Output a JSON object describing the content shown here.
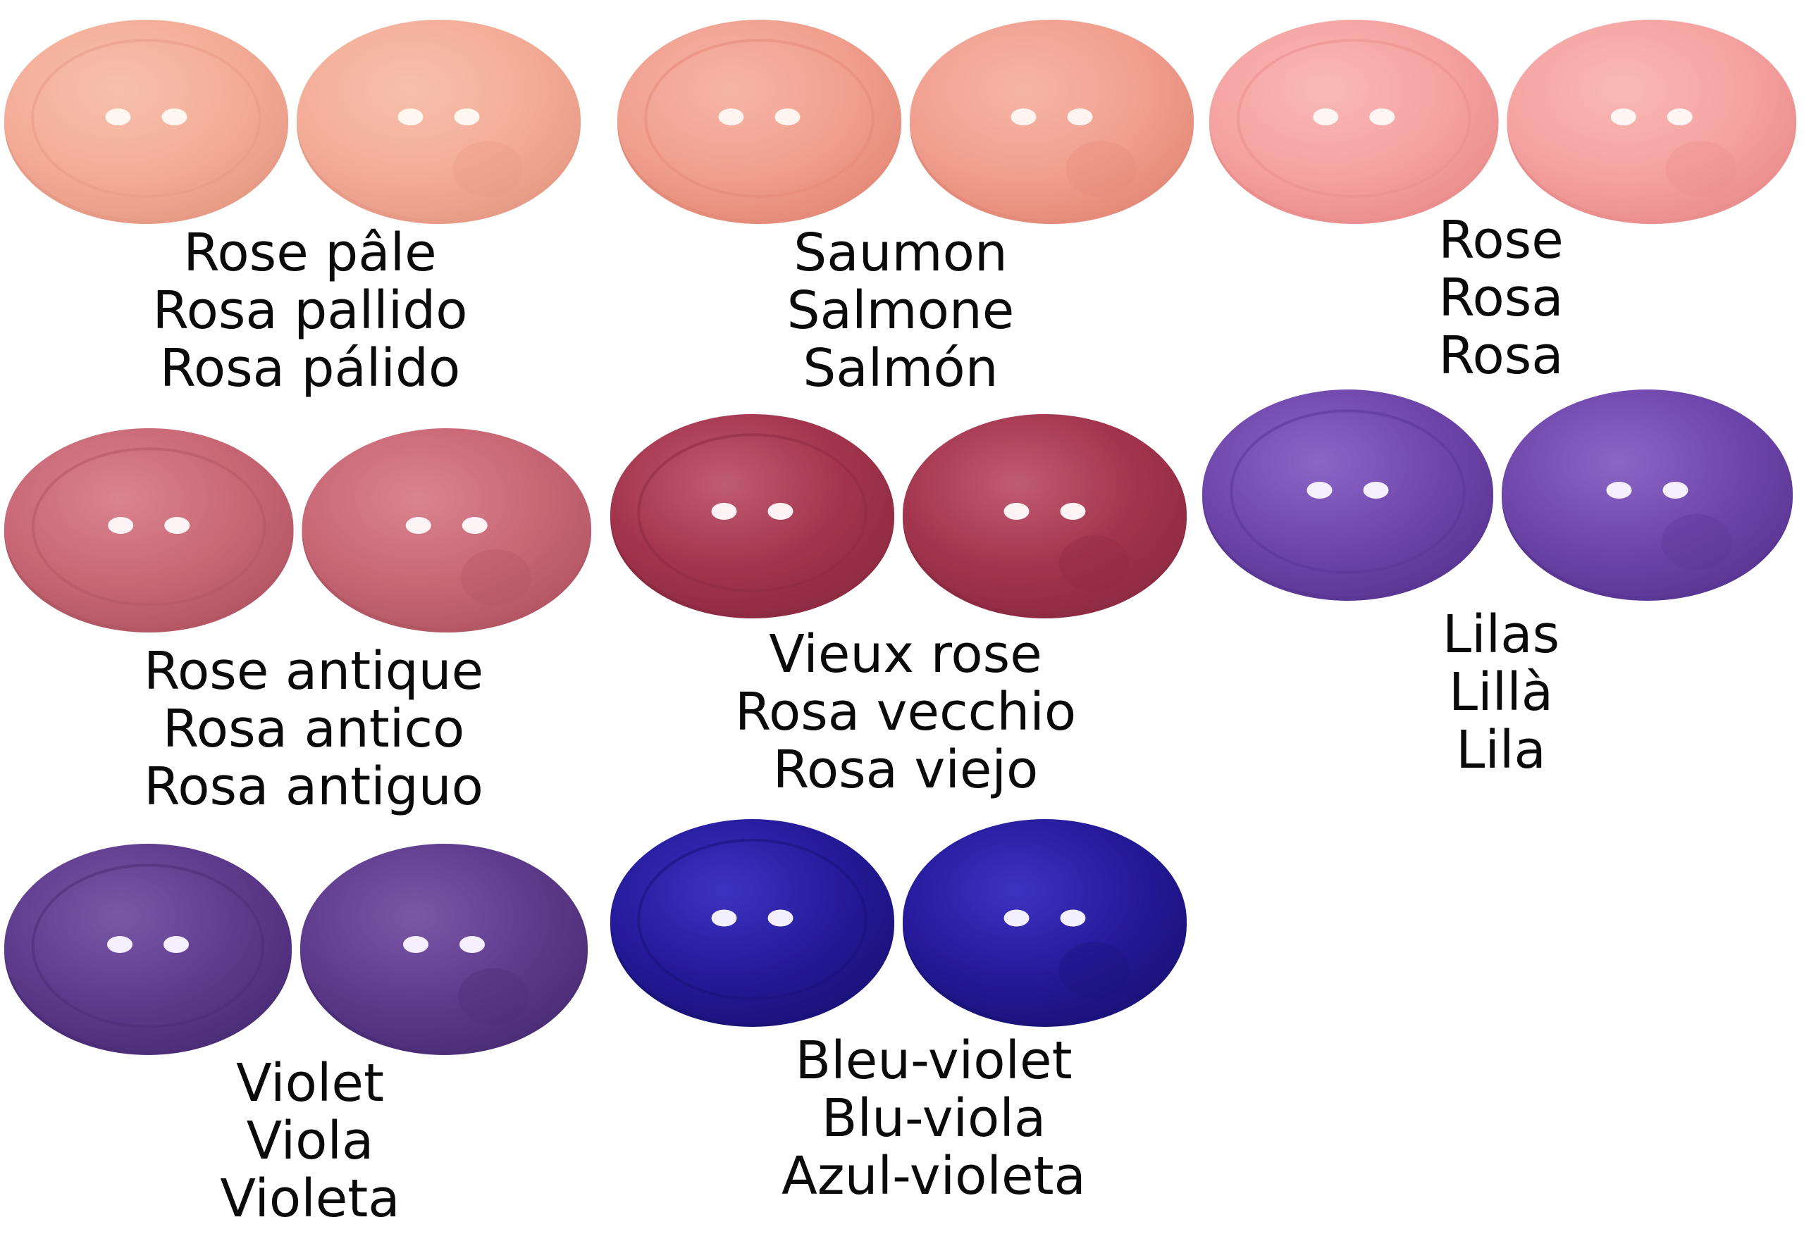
{
  "swatches": [
    {
      "id": "rose-pale",
      "names": {
        "fr": "Rose pâle",
        "it": "Rosa pallido",
        "es": "Rosa pálido"
      },
      "colors": {
        "base": "#f4ad98",
        "rim": "#f7c0ad",
        "shade": "#e79b86",
        "hole": "#fff7f0"
      }
    },
    {
      "id": "saumon",
      "names": {
        "fr": "Saumon",
        "it": "Salmone",
        "es": "Salmón"
      },
      "colors": {
        "base": "#f1a08f",
        "rim": "#f6b5a6",
        "shade": "#e58b7a",
        "hole": "#fff4ef"
      }
    },
    {
      "id": "rose",
      "names": {
        "fr": "Rose",
        "it": "Rosa",
        "es": "Rosa"
      },
      "colors": {
        "base": "#f5a3a1",
        "rim": "#f9b9b7",
        "shade": "#ea8f8e",
        "hole": "#fff6f4"
      }
    },
    {
      "id": "rose-antique",
      "names": {
        "fr": "Rose antique",
        "it": "Rosa antico",
        "es": "Rosa antiguo"
      },
      "colors": {
        "base": "#c96775",
        "rim": "#d98490",
        "shade": "#b45765",
        "hole": "#fff4f5"
      }
    },
    {
      "id": "vieux-rose",
      "names": {
        "fr": "Vieux rose",
        "it": "Rosa vecchio",
        "es": "Rosa viejo"
      },
      "colors": {
        "base": "#a2354d",
        "rim": "#c05c72",
        "shade": "#8e2b42",
        "hole": "#fff2f4"
      }
    },
    {
      "id": "lilas",
      "names": {
        "fr": "Lilas",
        "it": "Lillà",
        "es": "Lila"
      },
      "colors": {
        "base": "#6f46ab",
        "rim": "#8b66c6",
        "shade": "#5b3795",
        "hole": "#f6efff"
      }
    },
    {
      "id": "violet",
      "names": {
        "fr": "Violet",
        "it": "Viola",
        "es": "Violeta"
      },
      "colors": {
        "base": "#5e3b8c",
        "rim": "#7a58a8",
        "shade": "#4c2d77",
        "hole": "#f5efff"
      }
    },
    {
      "id": "bleu-violet",
      "names": {
        "fr": "Bleu-violet",
        "it": "Blu-viola",
        "es": "Azul-violeta"
      },
      "colors": {
        "base": "#241a9a",
        "rim": "#3d33c2",
        "shade": "#1a137b",
        "hole": "#f2f0ff"
      }
    }
  ]
}
